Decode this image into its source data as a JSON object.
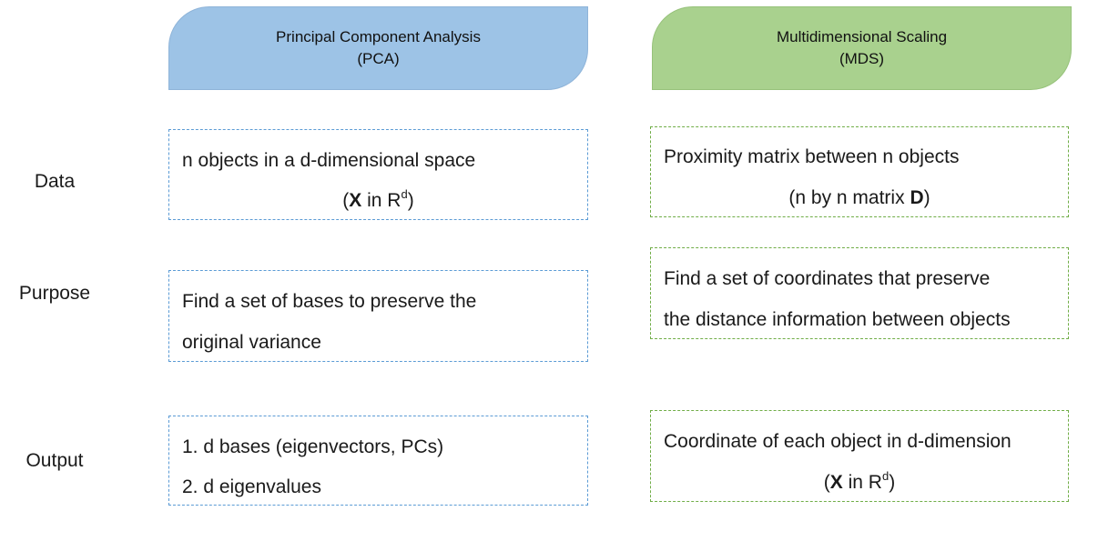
{
  "headers": {
    "pca": {
      "line1": "Principal Component Analysis",
      "line2": "(PCA)"
    },
    "mds": {
      "line1": "Multidimensional Scaling",
      "line2": "(MDS)"
    }
  },
  "rows": {
    "data": "Data",
    "purpose": "Purpose",
    "output": "Output"
  },
  "pca": {
    "data_line1": "n objects in a d-dimensional space",
    "data_line2": {
      "open": "(",
      "bold": "X",
      "mid": " in R",
      "sup": "d",
      "close": ")"
    },
    "purpose_line1": "Find a set of bases to preserve the",
    "purpose_line2": "original variance",
    "output_line1": "1. d bases (eigenvectors, PCs)",
    "output_line2": "2. d eigenvalues"
  },
  "mds": {
    "data_line1": "Proximity matrix between n objects",
    "data_line2": {
      "open": "(n by n matrix ",
      "bold": "D",
      "close": ")"
    },
    "purpose_line1": "Find a  set of coordinates that preserve",
    "purpose_line2": "the distance information between objects",
    "output_line1": "Coordinate of each object in d-dimension",
    "output_line2": {
      "open": "(",
      "bold": "X",
      "mid": " in R",
      "sup": "d",
      "close": ")"
    }
  },
  "colors": {
    "pca_header": "#9dc3e6",
    "mds_header": "#a9d18e",
    "pca_border": "#5b9bd5",
    "mds_border": "#70ad47"
  }
}
